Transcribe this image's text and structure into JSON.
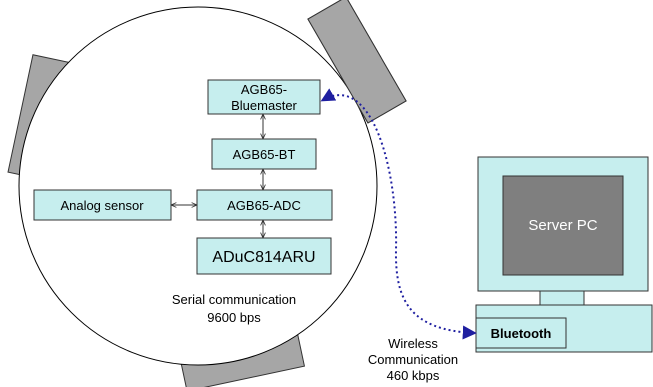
{
  "modules": {
    "bluemaster_line1": "AGB65-",
    "bluemaster_line2": "Bluemaster",
    "bt": "AGB65-BT",
    "adc": "AGB65-ADC",
    "mcu": "ADuC814ARU",
    "sensor": "Analog sensor"
  },
  "serial": {
    "line1": "Serial communication",
    "line2": "9600 bps"
  },
  "wireless": {
    "line1": "Wireless",
    "line2": "Communication",
    "line3": "460 kbps"
  },
  "server": {
    "screen_label": "Server PC",
    "bluetooth_label": "Bluetooth"
  },
  "colors": {
    "box_fill": "#c6eeee",
    "screen_fill": "#7f7f7f",
    "wheel_fill": "#a6a6a6",
    "link": "#1f1fa0"
  }
}
